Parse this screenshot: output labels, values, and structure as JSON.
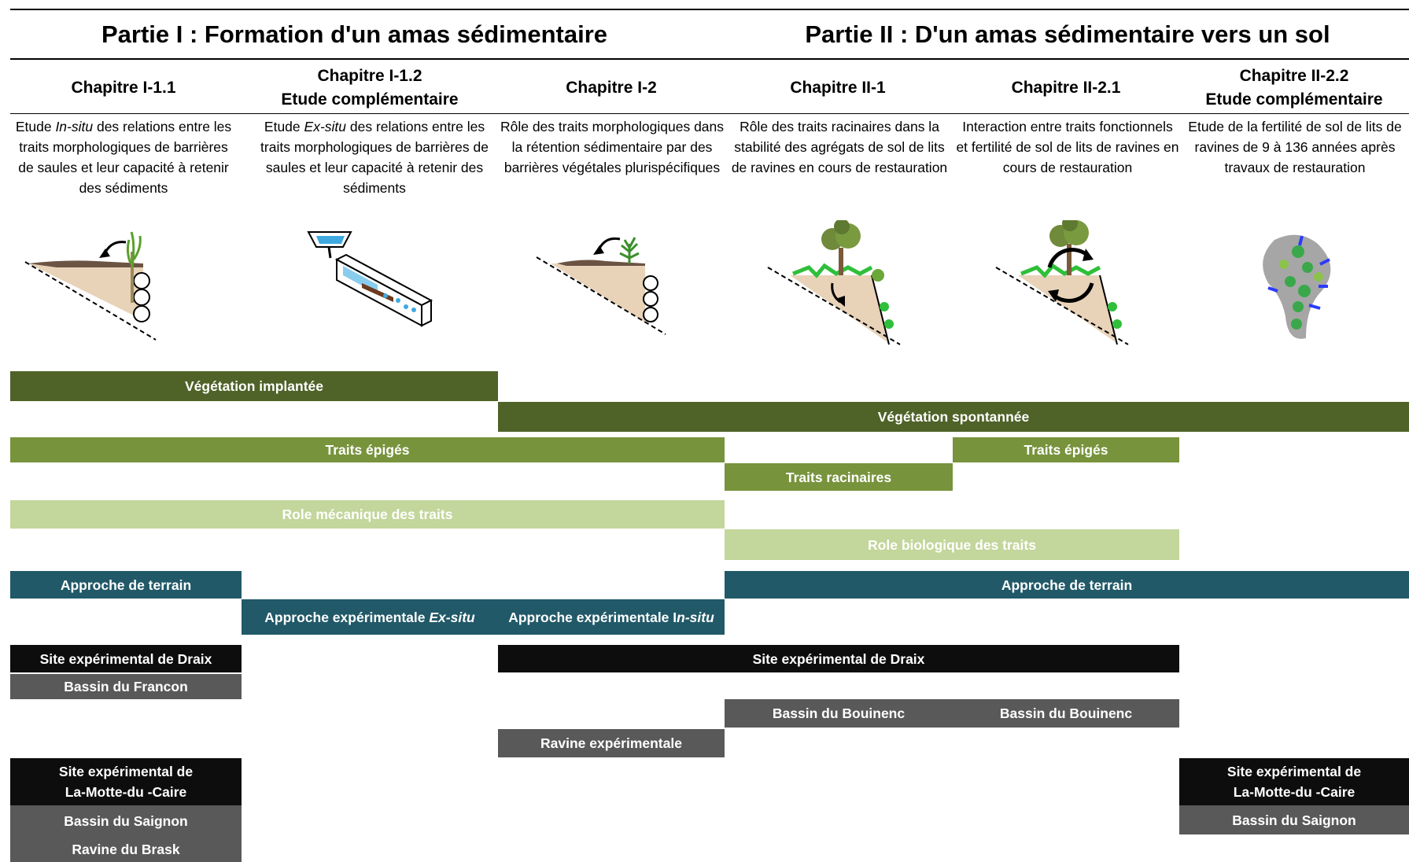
{
  "parts": {
    "part1": "Partie I : Formation d'un amas sédimentaire",
    "part2": "Partie II : D'un amas sédimentaire vers un sol"
  },
  "chapters": [
    {
      "title": "Chapitre I-1.1",
      "subtitle": "",
      "desc_pre": "Etude ",
      "desc_em": "In-situ",
      "desc_post": "  des relations entre les traits morphologiques de barrières de saules et leur capacité à retenir des sédiments"
    },
    {
      "title": "Chapitre I-1.2",
      "subtitle": "Etude complémentaire",
      "desc_pre": "Etude ",
      "desc_em": "Ex-situ",
      "desc_post": "  des relations entre les traits morphologiques de barrières de saules et leur capacité à retenir des sédiments"
    },
    {
      "title": "Chapitre I-2",
      "subtitle": "",
      "desc_pre": "Rôle des traits morphologiques dans la rétention sédimentaire par des barrières végétales plurispécifiques",
      "desc_em": "",
      "desc_post": ""
    },
    {
      "title": "Chapitre II-1",
      "subtitle": "",
      "desc_pre": "Rôle des traits racinaires dans la stabilité des agrégats de sol de lits de ravines en cours de restauration",
      "desc_em": "",
      "desc_post": ""
    },
    {
      "title": "Chapitre II-2.1",
      "subtitle": "",
      "desc_pre": "Interaction entre traits fonctionnels et fertilité de sol de lits de ravines en cours de restauration",
      "desc_em": "",
      "desc_post": ""
    },
    {
      "title": "Chapitre II-2.2",
      "subtitle": "Etude complémentaire",
      "desc_pre": "Etude de la fertilité de sol de lits de ravines de 9 à 136 années après travaux de restauration",
      "desc_em": "",
      "desc_post": ""
    }
  ],
  "bars": {
    "veg_implantee": "Végétation implantée",
    "veg_spontanee": "Végétation spontannée",
    "traits_epiges_1": "Traits épigés",
    "traits_epiges_2": "Traits épigés",
    "traits_racinaires": "Traits racinaires",
    "role_mecanique": "Role mécanique des traits",
    "role_biologique": "Role biologique des traits",
    "approche_terrain_1": "Approche de terrain",
    "approche_terrain_2": "Approche de terrain",
    "approche_exp_exsitu_pre": "Approche expérimentale ",
    "approche_exp_exsitu_em": "Ex-situ",
    "approche_exp_insitu_pre": "Approche expérimentale I",
    "approche_exp_insitu_em": "n-situ",
    "site_draix_1": "Site expérimental de Draix",
    "site_draix_2": "Site expérimental de Draix",
    "bassin_francon": "Bassin du Francon",
    "bassin_bouinenc_1": "Bassin du Bouinenc",
    "bassin_bouinenc_2": "Bassin du Bouinenc",
    "ravine_exp": "Ravine expérimentale",
    "site_lamotte_1_l1": "Site expérimental de",
    "site_lamotte_1_l2": "La-Motte-du -Caire",
    "site_lamotte_2_l1": "Site expérimental de",
    "site_lamotte_2_l2": "La-Motte-du -Caire",
    "bassin_saignon_1": "Bassin du Saignon",
    "bassin_saignon_2": "Bassin du Saignon",
    "ravine_brask": "Ravine du Brask"
  },
  "colors": {
    "dark_green": "#4f6228",
    "mid_green": "#77933c",
    "light_green": "#c3d69b",
    "teal": "#215968",
    "black": "#0d0d0d",
    "grey": "#595959"
  },
  "icons": [
    "slope-fascine-icon",
    "flume-experiment-icon",
    "slope-mixed-barrier-icon",
    "root-aggregate-icon",
    "soil-fertility-cycle-icon",
    "sediment-lobe-icon"
  ]
}
